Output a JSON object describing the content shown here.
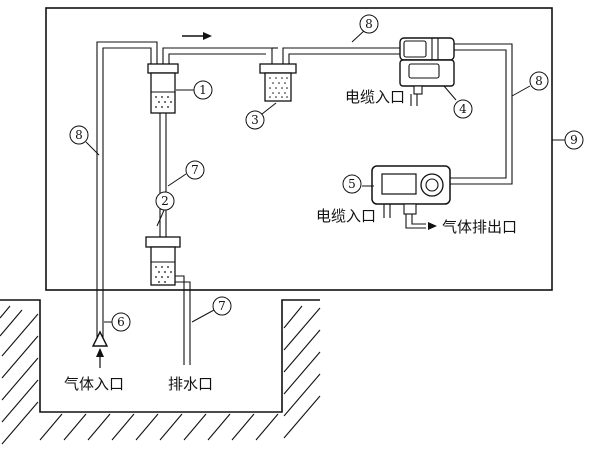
{
  "labels": {
    "cable_inlet_upper": "电缆入口",
    "cable_inlet_lower": "电缆入口",
    "gas_outlet": "气体排出口",
    "gas_inlet": "气体入口",
    "drain_outlet": "排水口"
  },
  "callouts": {
    "c1": "①",
    "c2": "②",
    "c3": "③",
    "c4": "④",
    "c5": "⑤",
    "c6": "⑥",
    "c7a": "⑦",
    "c7b": "⑦",
    "c8a": "⑧",
    "c8b": "⑧",
    "c8c": "⑧",
    "c9": "⑨"
  }
}
